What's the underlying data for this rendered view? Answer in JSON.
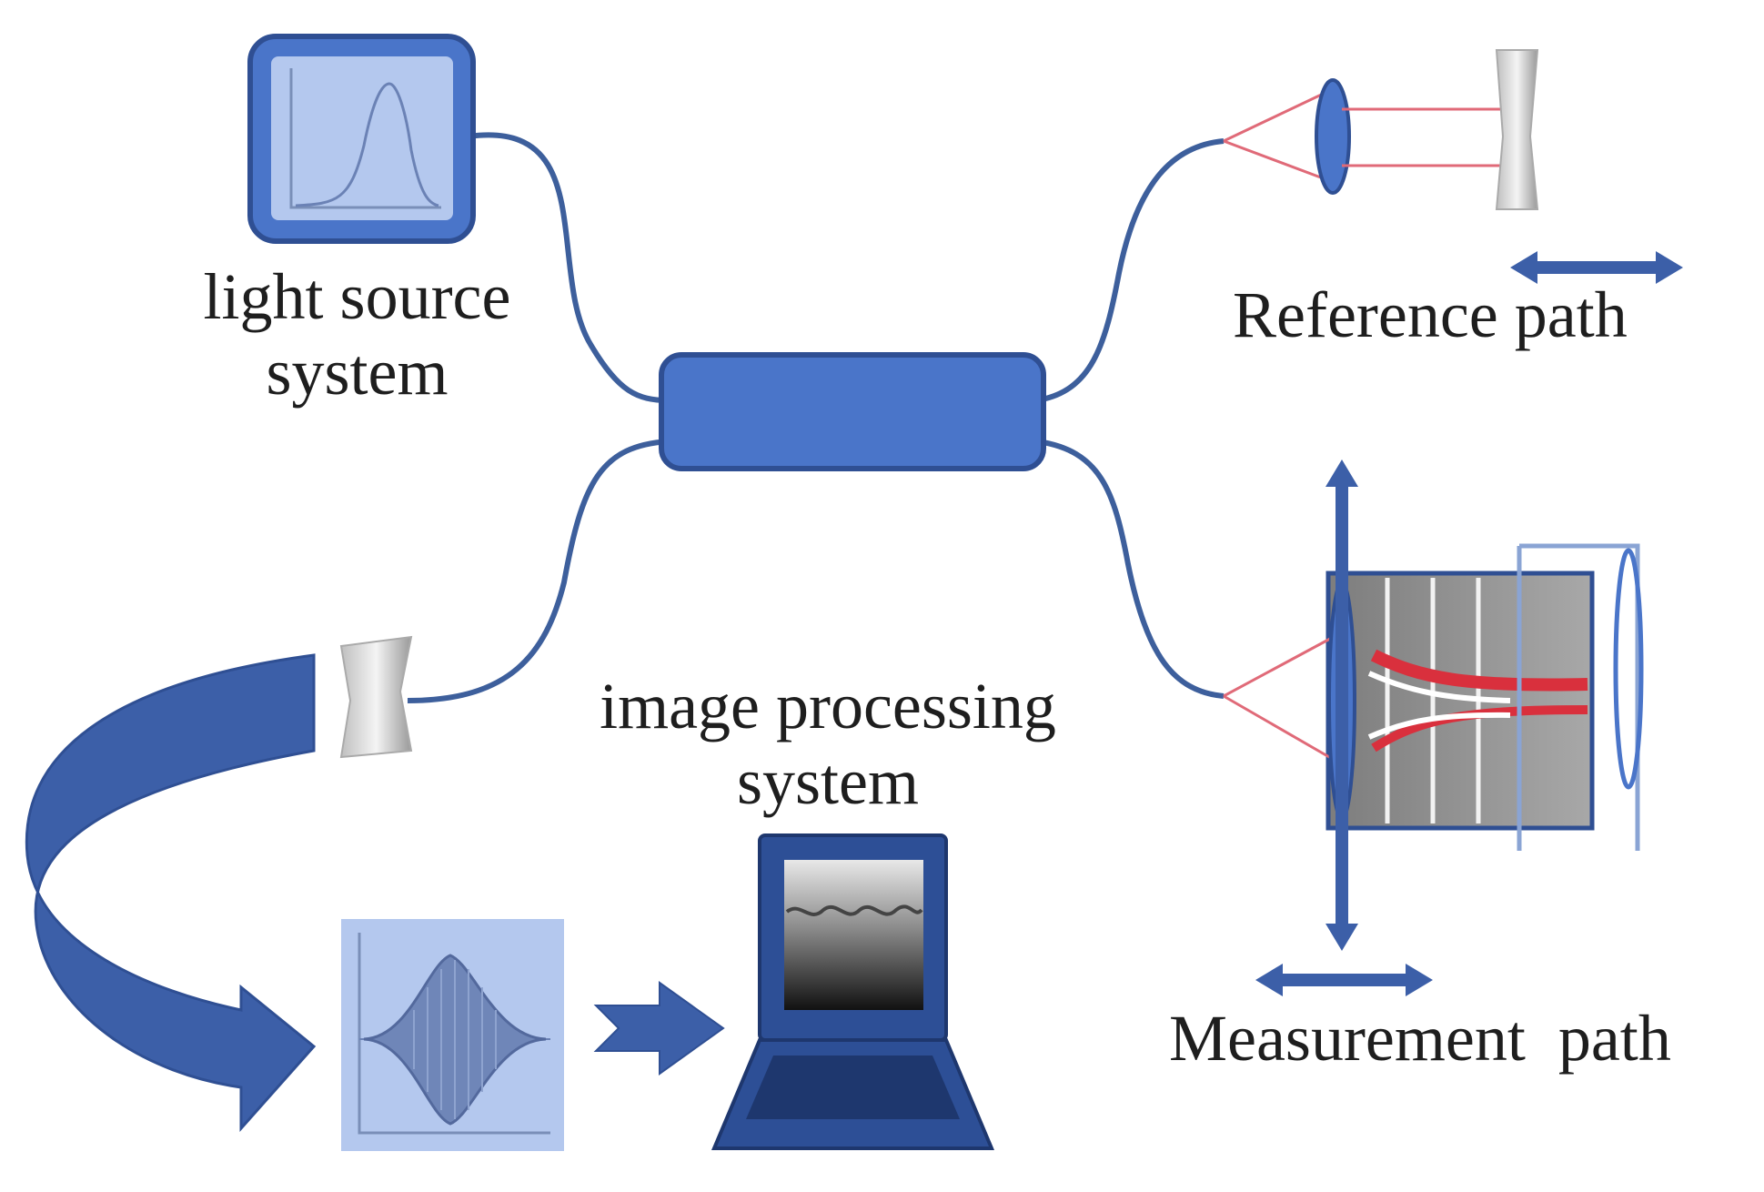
{
  "labels": {
    "light_source_line1": "light source",
    "light_source_line2": "system",
    "reference_path": "Reference path",
    "image_processing_line1": "image processing",
    "image_processing_line2": "system",
    "measurement_path": "Measurement  path"
  },
  "colors": {
    "component_fill": "#4a75c9",
    "component_border": "#2f4f93",
    "fiber": "#3d5f9c",
    "arrow": "#3c5fa8",
    "panel_fill": "#b4c8ee",
    "laser": "#e06a78",
    "screen": "#222222"
  }
}
